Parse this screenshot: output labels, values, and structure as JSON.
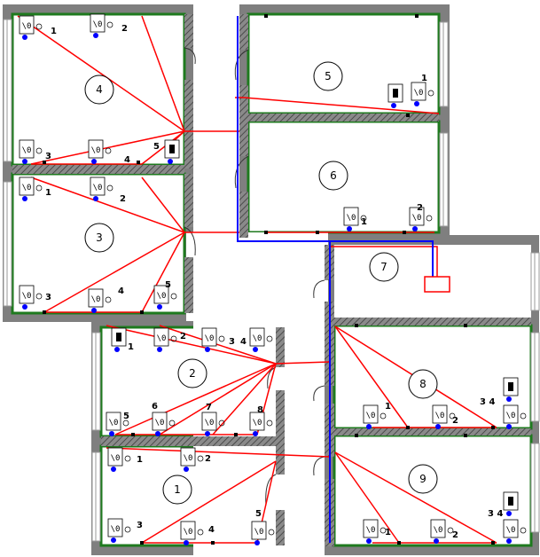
{
  "colors": {
    "wall": "#7f7f7f",
    "hatch": "#4d4d4d",
    "green": "#1e7a1e",
    "red": "#ff0000",
    "blue": "#0000ff",
    "window": "#9a9a9a"
  },
  "rooms": [
    {
      "id": "r1",
      "number": "1"
    },
    {
      "id": "r2",
      "number": "2"
    },
    {
      "id": "r3",
      "number": "3"
    },
    {
      "id": "r4",
      "number": "4"
    },
    {
      "id": "r5",
      "number": "5"
    },
    {
      "id": "r6",
      "number": "6"
    },
    {
      "id": "r7",
      "number": "7"
    },
    {
      "id": "r8",
      "number": "8"
    },
    {
      "id": "r9",
      "number": "9"
    }
  ],
  "device_labels": [
    {
      "id": "r4-d1",
      "text": "1"
    },
    {
      "id": "r4-d2",
      "text": "2"
    },
    {
      "id": "r4-d3",
      "text": "3"
    },
    {
      "id": "r4-d4",
      "text": "4"
    },
    {
      "id": "r4-d5",
      "text": "5"
    },
    {
      "id": "r3-d1",
      "text": "1"
    },
    {
      "id": "r3-d2",
      "text": "2"
    },
    {
      "id": "r3-d3",
      "text": "3"
    },
    {
      "id": "r3-d4",
      "text": "4"
    },
    {
      "id": "r3-d5",
      "text": "5"
    },
    {
      "id": "r5-d1",
      "text": "1"
    },
    {
      "id": "r6-d1",
      "text": "1"
    },
    {
      "id": "r6-d2",
      "text": "2"
    },
    {
      "id": "r2-d1",
      "text": "1"
    },
    {
      "id": "r2-d2",
      "text": "2"
    },
    {
      "id": "r2-d3",
      "text": "3"
    },
    {
      "id": "r2-d4",
      "text": "4"
    },
    {
      "id": "r2-d5",
      "text": "5"
    },
    {
      "id": "r2-d6",
      "text": "6"
    },
    {
      "id": "r2-d7",
      "text": "7"
    },
    {
      "id": "r2-d8",
      "text": "8"
    },
    {
      "id": "r1-d1",
      "text": "1"
    },
    {
      "id": "r1-d2",
      "text": "2"
    },
    {
      "id": "r1-d3",
      "text": "3"
    },
    {
      "id": "r1-d4",
      "text": "4"
    },
    {
      "id": "r1-d5",
      "text": "5"
    },
    {
      "id": "r8-d1",
      "text": "1"
    },
    {
      "id": "r8-d2",
      "text": "2"
    },
    {
      "id": "r8-d34",
      "text": "3 4"
    },
    {
      "id": "r9-d1",
      "text": "1"
    },
    {
      "id": "r9-d2",
      "text": "2"
    },
    {
      "id": "r9-d34",
      "text": "3 4"
    }
  ]
}
